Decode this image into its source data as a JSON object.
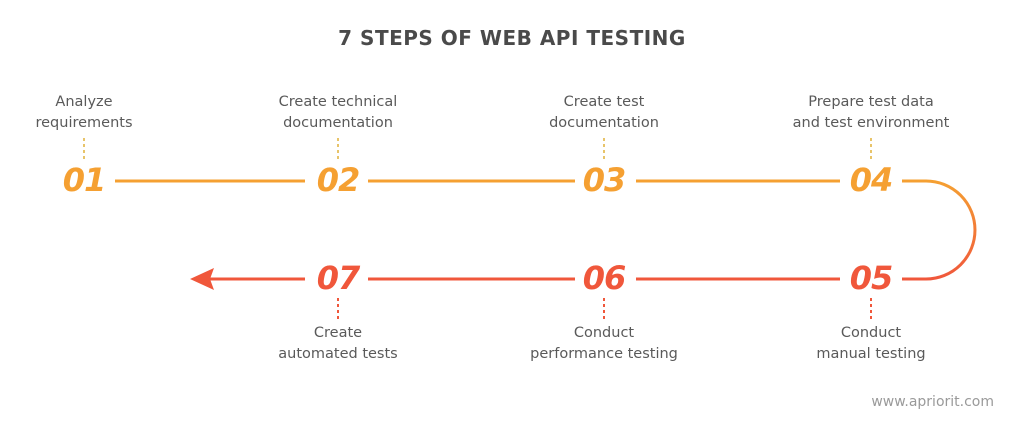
{
  "title": "7 STEPS OF WEB API TESTING",
  "colors": {
    "orange": "#f5a032",
    "red": "#f0573b",
    "text": "#5a5a5a"
  },
  "steps": [
    {
      "num": "01",
      "line1": "Analyze",
      "line2": "requirements"
    },
    {
      "num": "02",
      "line1": "Create technical",
      "line2": "documentation"
    },
    {
      "num": "03",
      "line1": "Create test",
      "line2": "documentation"
    },
    {
      "num": "04",
      "line1": "Prepare test data",
      "line2": "and test environment"
    },
    {
      "num": "05",
      "line1": "Conduct",
      "line2": "manual testing"
    },
    {
      "num": "06",
      "line1": "Conduct",
      "line2": "performance testing"
    },
    {
      "num": "07",
      "line1": "Create",
      "line2": "automated tests"
    }
  ],
  "website": "www.apriorit.com"
}
